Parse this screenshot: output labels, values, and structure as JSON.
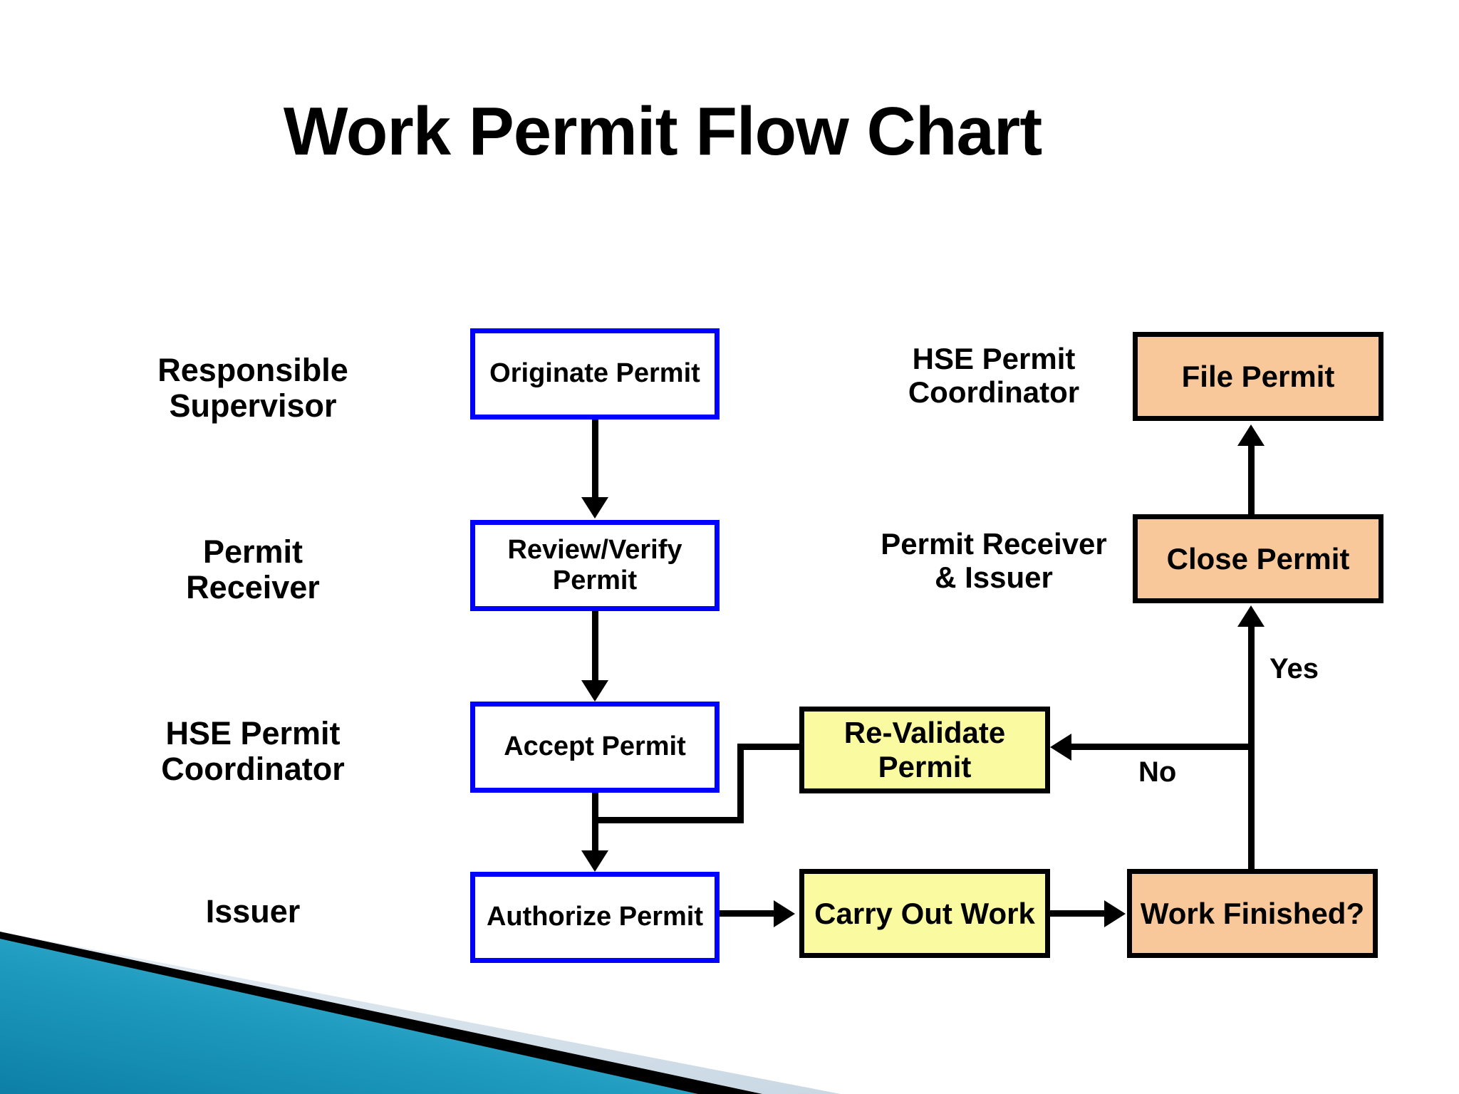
{
  "slide": {
    "title": "Work Permit Flow Chart",
    "background_color": "#ffffff"
  },
  "palette": {
    "blue_border": "#0000ff",
    "yellow_fill": "#fafaa0",
    "orange_fill": "#f9c89a",
    "black": "#000000",
    "teal_dark": "#1690b6",
    "teal_light": "#62c6dd",
    "pale_blue": "#dce6ee"
  },
  "lane_labels": {
    "left": [
      {
        "line1": "Responsible",
        "line2": "Supervisor"
      },
      {
        "line1": "Permit",
        "line2": "Receiver"
      },
      {
        "line1": "HSE Permit",
        "line2": "Coordinator"
      },
      {
        "line1": "Issuer",
        "line2": ""
      }
    ],
    "right": [
      {
        "line1": "HSE Permit",
        "line2": "Coordinator"
      },
      {
        "line1": "Permit Receiver",
        "line2": "& Issuer"
      }
    ]
  },
  "nodes": {
    "originate_permit": {
      "label": "Originate Permit",
      "style": "blue"
    },
    "review_verify_permit": {
      "line1": "Review/Verify",
      "line2": "Permit",
      "style": "blue"
    },
    "accept_permit": {
      "label": "Accept Permit",
      "style": "blue"
    },
    "authorize_permit": {
      "label": "Authorize Permit",
      "style": "blue"
    },
    "re_validate_permit": {
      "line1": "Re-Validate",
      "line2": "Permit",
      "style": "yellow"
    },
    "carry_out_work": {
      "label": "Carry Out Work",
      "style": "yellow"
    },
    "work_finished": {
      "label": "Work Finished?",
      "style": "orange"
    },
    "close_permit": {
      "label": "Close Permit",
      "style": "orange"
    },
    "file_permit": {
      "label": "File Permit",
      "style": "orange"
    }
  },
  "branch_labels": {
    "yes": "Yes",
    "no": "No"
  },
  "chart_data": {
    "type": "flowchart",
    "title": "Work Permit Flow Chart",
    "nodes": [
      {
        "id": "originate_permit",
        "label": "Originate Permit",
        "fill": "#ffffff",
        "border": "#0000ff",
        "lane": "Responsible Supervisor"
      },
      {
        "id": "review_verify_permit",
        "label": "Review/Verify Permit",
        "fill": "#ffffff",
        "border": "#0000ff",
        "lane": "Permit Receiver"
      },
      {
        "id": "accept_permit",
        "label": "Accept Permit",
        "fill": "#ffffff",
        "border": "#0000ff",
        "lane": "HSE Permit Coordinator"
      },
      {
        "id": "authorize_permit",
        "label": "Authorize Permit",
        "fill": "#ffffff",
        "border": "#0000ff",
        "lane": "Issuer"
      },
      {
        "id": "re_validate_permit",
        "label": "Re-Validate Permit",
        "fill": "#fafaa0",
        "border": "#000000",
        "lane": ""
      },
      {
        "id": "carry_out_work",
        "label": "Carry Out Work",
        "fill": "#fafaa0",
        "border": "#000000",
        "lane": ""
      },
      {
        "id": "work_finished",
        "label": "Work Finished?",
        "fill": "#f9c89a",
        "border": "#000000",
        "lane": ""
      },
      {
        "id": "close_permit",
        "label": "Close Permit",
        "fill": "#f9c89a",
        "border": "#000000",
        "lane": "Permit Receiver & Issuer"
      },
      {
        "id": "file_permit",
        "label": "File Permit",
        "fill": "#f9c89a",
        "border": "#000000",
        "lane": "HSE Permit Coordinator"
      }
    ],
    "edges": [
      {
        "from": "originate_permit",
        "to": "review_verify_permit",
        "label": ""
      },
      {
        "from": "review_verify_permit",
        "to": "accept_permit",
        "label": ""
      },
      {
        "from": "accept_permit",
        "to": "authorize_permit",
        "label": ""
      },
      {
        "from": "re_validate_permit",
        "to": "authorize_permit",
        "label": ""
      },
      {
        "from": "authorize_permit",
        "to": "carry_out_work",
        "label": ""
      },
      {
        "from": "carry_out_work",
        "to": "work_finished",
        "label": ""
      },
      {
        "from": "work_finished",
        "to": "close_permit",
        "label": "Yes"
      },
      {
        "from": "work_finished",
        "to": "re_validate_permit",
        "label": "No"
      },
      {
        "from": "close_permit",
        "to": "file_permit",
        "label": ""
      }
    ]
  }
}
